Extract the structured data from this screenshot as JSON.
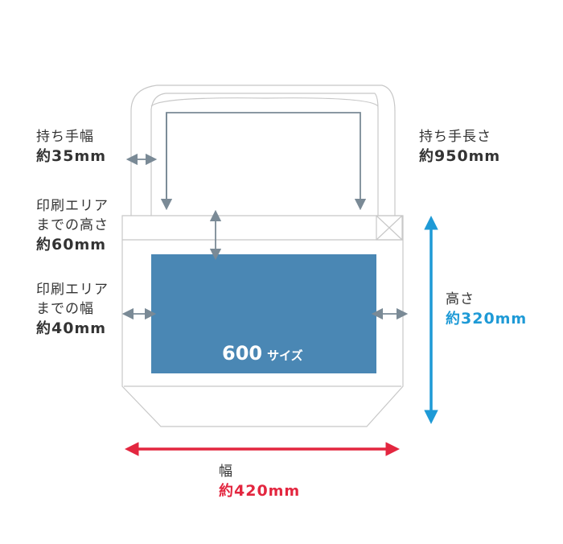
{
  "labels": {
    "handle_width": {
      "title": "持ち手幅",
      "value_prefix": "約",
      "value": "35",
      "unit": "mm"
    },
    "handle_length": {
      "title": "持ち手長さ",
      "value_prefix": "約",
      "value": "950",
      "unit": "mm"
    },
    "print_area_height": {
      "title_line1": "印刷エリア",
      "title_line2": "までの高さ",
      "value_prefix": "約",
      "value": "60",
      "unit": "mm"
    },
    "print_area_width": {
      "title_line1": "印刷エリア",
      "title_line2": "までの幅",
      "value_prefix": "約",
      "value": "40",
      "unit": "mm"
    },
    "height": {
      "title": "高さ",
      "value_prefix": "約",
      "value": "320",
      "unit": "mm"
    },
    "width": {
      "title": "幅",
      "value_prefix": "約",
      "value": "420",
      "unit": "mm"
    },
    "print_size": {
      "number": "600",
      "suffix": "サイズ"
    }
  },
  "colors": {
    "outline": "#c8c8c8",
    "dim_gray": "#7a8a96",
    "print_area": "#4a87b4",
    "height_arrow": "#1e9ad6",
    "width_arrow": "#e3263f",
    "text": "#333333"
  }
}
